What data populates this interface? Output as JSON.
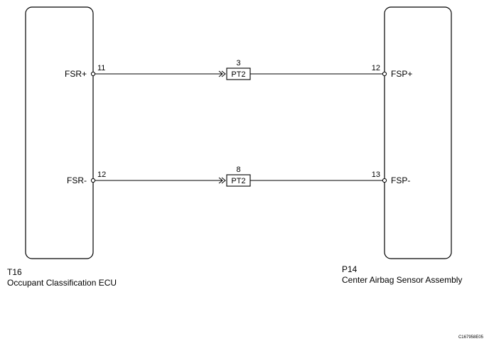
{
  "components": {
    "left": {
      "code": "T16",
      "name": "Occupant Classification ECU",
      "pins": [
        {
          "label": "FSR+",
          "number": "11"
        },
        {
          "label": "FSR-",
          "number": "12"
        }
      ]
    },
    "right": {
      "code": "P14",
      "name": "Center Airbag Sensor Assembly",
      "pins": [
        {
          "label": "FSP+",
          "number": "12"
        },
        {
          "label": "FSP-",
          "number": "13"
        }
      ]
    }
  },
  "connectors": [
    {
      "label": "PT2",
      "pin": "3"
    },
    {
      "label": "PT2",
      "pin": "8"
    }
  ],
  "figure_code": "C167958E05",
  "colors": {
    "line": "#000000",
    "background": "#ffffff"
  }
}
